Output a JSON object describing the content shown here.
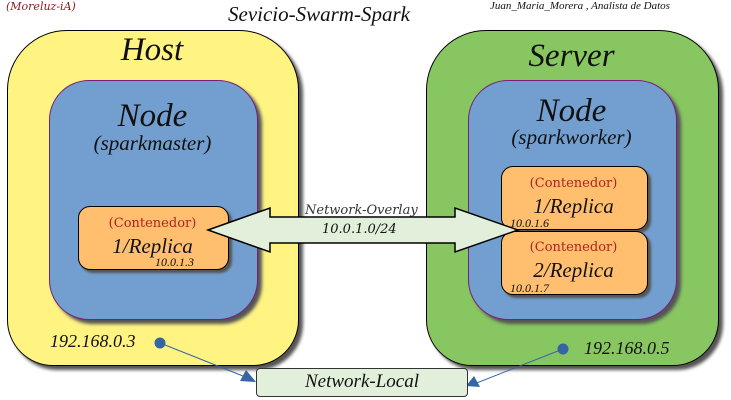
{
  "header": {
    "credit_left": "(Moreluz-iA)",
    "title": "Sevicio-Swarm-Spark",
    "credit_right": "Juan_Maria_Morera , Analista de Datos"
  },
  "host": {
    "label": "Host",
    "ip": "192.168.0.3",
    "node": {
      "title": "Node",
      "subtitle": "(sparkmaster)",
      "containers": [
        {
          "label": "(Contenedor)",
          "name": "1/Replica",
          "ip": "10.0.1.3"
        }
      ]
    }
  },
  "server": {
    "label": "Server",
    "ip": "192.168.0.5",
    "node": {
      "title": "Node",
      "subtitle": "(sparkworker)",
      "containers": [
        {
          "label": "(Contenedor)",
          "name": "1/Replica",
          "ip": "10.0.1.6"
        },
        {
          "label": "(Contenedor)",
          "name": "2/Replica",
          "ip": "10.0.1.7"
        }
      ]
    }
  },
  "overlay": {
    "label": "Network-Overlay",
    "subnet": "10.0.1.0/24"
  },
  "local_network": {
    "label": "Network-Local"
  },
  "colors": {
    "host": "#fff382",
    "server": "#88c662",
    "node": "#729fcf",
    "container": "#ffbf6f",
    "network": "#e2efda",
    "link": "#3465a4"
  }
}
